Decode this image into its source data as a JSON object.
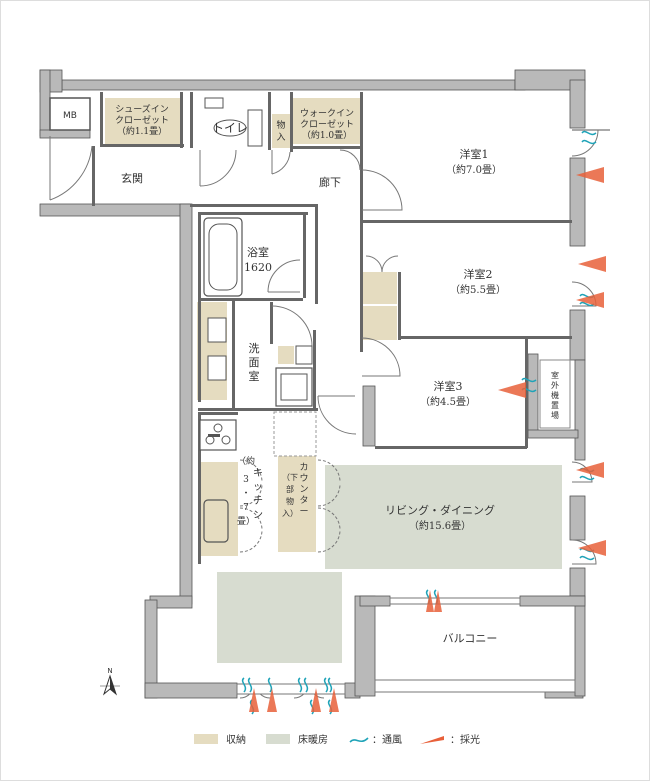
{
  "colors": {
    "storage": "#e5dcc0",
    "floor_heating": "#d7dcd0",
    "wall": "#b9b9b9",
    "wall_edge": "#555555",
    "ventilation": "#1fa3b8",
    "daylight": "#e8603a",
    "line": "#666666"
  },
  "icons": [
    "north-arrow-icon",
    "ventilation-icon",
    "daylight-icon",
    "bathtub-icon",
    "stove-icon",
    "toilet-icon",
    "washbasin-icon"
  ],
  "rooms": {
    "mb": "MB",
    "shoe_closet": [
      "シューズイン",
      "クローゼット",
      "（約1.1畳）"
    ],
    "toilet": "トイレ",
    "storage_small": [
      "物",
      "入"
    ],
    "walkin_closet": [
      "ウォークイン",
      "クローゼット",
      "（約1.0畳）"
    ],
    "entrance": "玄関",
    "hallway": "廊下",
    "bath": [
      "浴室",
      "1620"
    ],
    "washroom": [
      "洗",
      "面",
      "室"
    ],
    "western1": [
      "洋室1",
      "（約7.0畳）"
    ],
    "western2": [
      "洋室2",
      "（約5.5畳）"
    ],
    "western3": [
      "洋室3",
      "（約4.5畳）"
    ],
    "outdoor_unit": [
      "室",
      "外",
      "機",
      "置",
      "場"
    ],
    "kitchen": [
      "キ",
      "ッ",
      "チ",
      "ン"
    ],
    "kitchen_size": [
      "（約",
      "3",
      "・",
      "7",
      "畳）"
    ],
    "counter": [
      "カ",
      "ウ",
      "ン",
      "タ",
      "ー"
    ],
    "counter_sub": [
      "（下",
      "部",
      "物",
      "入）"
    ],
    "living": [
      "リビング・ダイニング",
      "（約15.6畳）"
    ],
    "balcony": "バルコニー"
  },
  "compass": "N",
  "legend": {
    "storage": "収納",
    "floor_heating": "床暖房",
    "ventilation": "：通風",
    "daylight": "：採光"
  }
}
